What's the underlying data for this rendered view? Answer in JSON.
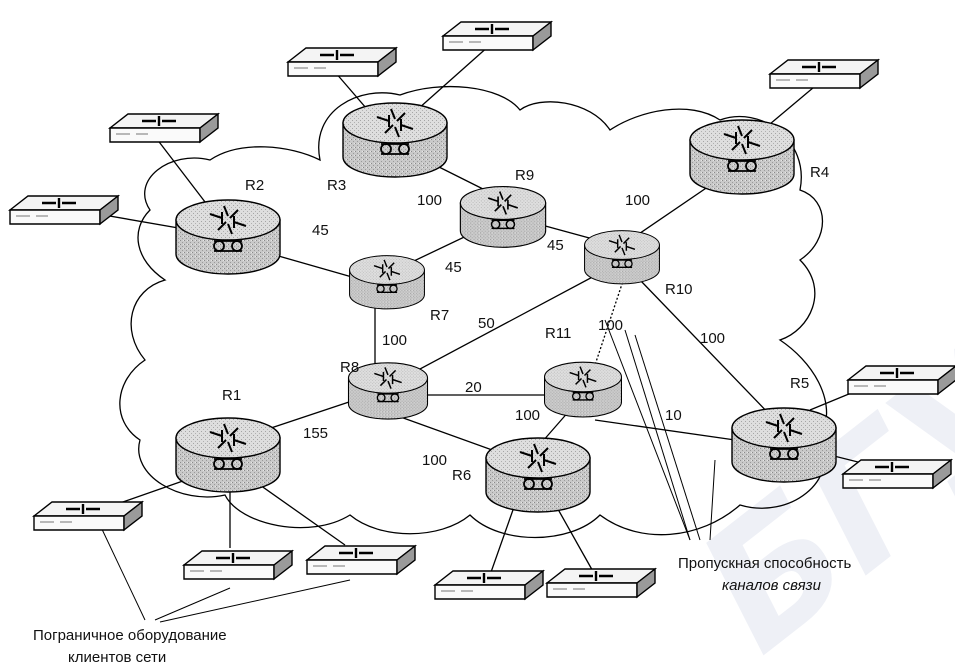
{
  "diagram": {
    "routers": [
      {
        "id": "R1",
        "label": "R1"
      },
      {
        "id": "R2",
        "label": "R2"
      },
      {
        "id": "R3",
        "label": "R3"
      },
      {
        "id": "R4",
        "label": "R4"
      },
      {
        "id": "R5",
        "label": "R5"
      },
      {
        "id": "R6",
        "label": "R6"
      },
      {
        "id": "R7",
        "label": "R7"
      },
      {
        "id": "R8",
        "label": "R8"
      },
      {
        "id": "R9",
        "label": "R9"
      },
      {
        "id": "R10",
        "label": "R10"
      },
      {
        "id": "R11",
        "label": "R11"
      }
    ],
    "links": [
      {
        "id": "r3-r9",
        "from": "R3",
        "to": "R9",
        "label": "100"
      },
      {
        "id": "r9-r7",
        "from": "R9",
        "to": "R7",
        "label": "45"
      },
      {
        "id": "r9-r10",
        "from": "R9",
        "to": "R10",
        "label": "45"
      },
      {
        "id": "r10-r4",
        "from": "R10",
        "to": "R4",
        "label": "100"
      },
      {
        "id": "r2-r7",
        "from": "R2",
        "to": "R7",
        "label": "45"
      },
      {
        "id": "r7-r8",
        "from": "R7",
        "to": "R8",
        "label": "100"
      },
      {
        "id": "r8-r10",
        "from": "R8",
        "to": "R10",
        "label": "50"
      },
      {
        "id": "r10-r11",
        "from": "R10",
        "to": "R11",
        "label": "100"
      },
      {
        "id": "r10-r5",
        "from": "R10",
        "to": "R5",
        "label": "100"
      },
      {
        "id": "r8-r11",
        "from": "R8",
        "to": "R11",
        "label": "20"
      },
      {
        "id": "r11-r6",
        "from": "R11",
        "to": "R6",
        "label": "100"
      },
      {
        "id": "r11-r5",
        "from": "R11",
        "to": "R5",
        "label": "10"
      },
      {
        "id": "r1-r8",
        "from": "R1",
        "to": "R8",
        "label": "155"
      },
      {
        "id": "r8-r6",
        "from": "R8",
        "to": "R6",
        "label": "100"
      }
    ],
    "captions": {
      "bandwidth_line1": "Пропускная способность",
      "bandwidth_line2": "каналов связи",
      "edge_line1": "Пограничное оборудование",
      "edge_line2": "клиентов сети"
    },
    "watermark": "БГУ"
  }
}
